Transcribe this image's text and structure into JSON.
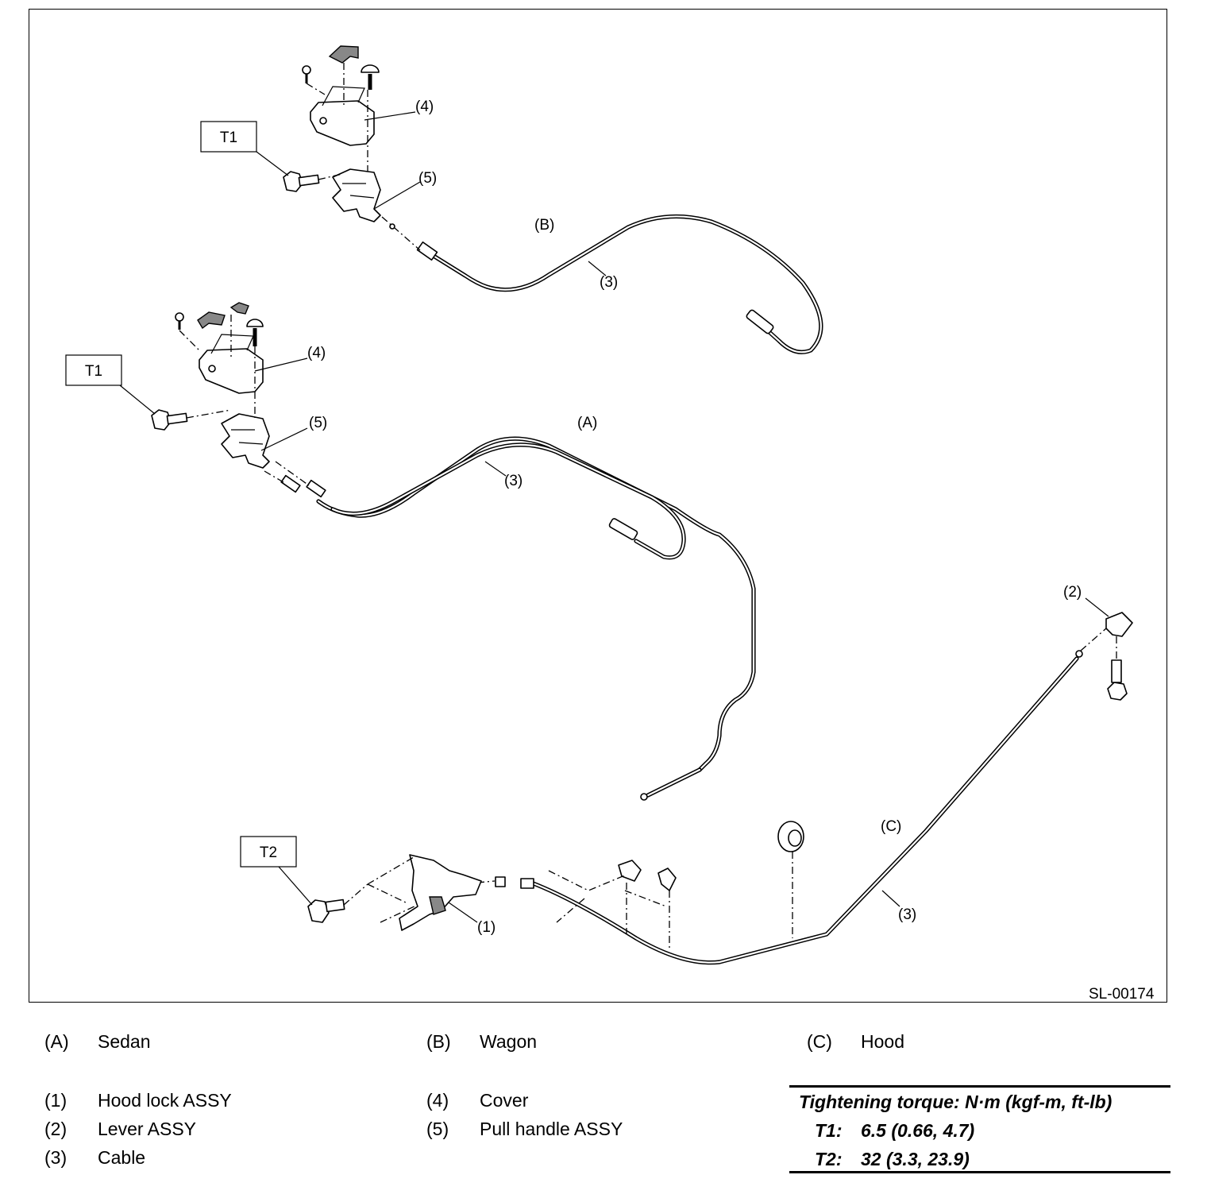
{
  "figure": {
    "code": "SL-00174",
    "variants": {
      "sedan": "(A)",
      "wagon": "(B)",
      "hood": "(C)"
    },
    "callouts": {
      "hood_lock": "(1)",
      "lever": "(2)",
      "cable": "(3)",
      "cover": "(4)",
      "pull_handle": "(5)"
    },
    "torque_tags": {
      "t1": "T1",
      "t2": "T2"
    }
  },
  "legend": {
    "variants": [
      {
        "key": "(A)",
        "name": "Sedan"
      },
      {
        "key": "(B)",
        "name": "Wagon"
      },
      {
        "key": "(C)",
        "name": "Hood"
      }
    ],
    "parts": [
      {
        "key": "(1)",
        "name": "Hood lock ASSY"
      },
      {
        "key": "(2)",
        "name": "Lever ASSY"
      },
      {
        "key": "(3)",
        "name": "Cable"
      },
      {
        "key": "(4)",
        "name": "Cover"
      },
      {
        "key": "(5)",
        "name": "Pull handle ASSY"
      }
    ]
  },
  "torque": {
    "heading": "Tightening torque: N·m (kgf-m, ft-lb)",
    "values": [
      {
        "key": "T1:",
        "value": "6.5 (0.66, 4.7)"
      },
      {
        "key": "T2:",
        "value": "32 (3.3, 23.9)"
      }
    ]
  }
}
